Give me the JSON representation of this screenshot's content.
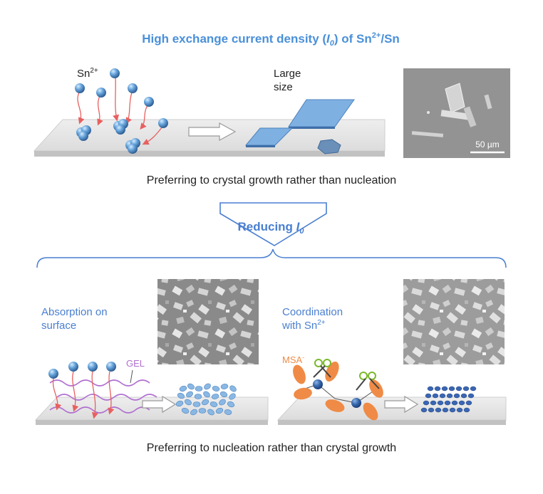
{
  "top": {
    "title_pre": "High exchange current density (",
    "title_var": "I",
    "title_sub": "0",
    "title_post": ") of Sn",
    "title_sup": "2+",
    "title_end": "/Sn",
    "ion_label": "Sn",
    "ion_sup": "2+",
    "large_line1": "Large",
    "large_line2": "size",
    "scale_bar": "50 µm",
    "caption": "Preferring to crystal growth rather than nucleation"
  },
  "arrow": {
    "label": "Reducing ",
    "var": "I",
    "sub": "0"
  },
  "left_panel": {
    "line1": "Absorption on",
    "line2": "surface",
    "gel": "GEL"
  },
  "right_panel": {
    "line1": "Coordination",
    "line2_pre": "with  Sn",
    "line2_sup": "2+",
    "msa": "MSA",
    "msa_sup": "-"
  },
  "bottom": {
    "caption": "Preferring to nucleation rather than crystal growth"
  },
  "colors": {
    "title": "#4a90d9",
    "accent_blue": "#4a7fd0",
    "gel": "#b070d0",
    "msa": "#ef8b46",
    "arrow_red": "#e86060"
  }
}
